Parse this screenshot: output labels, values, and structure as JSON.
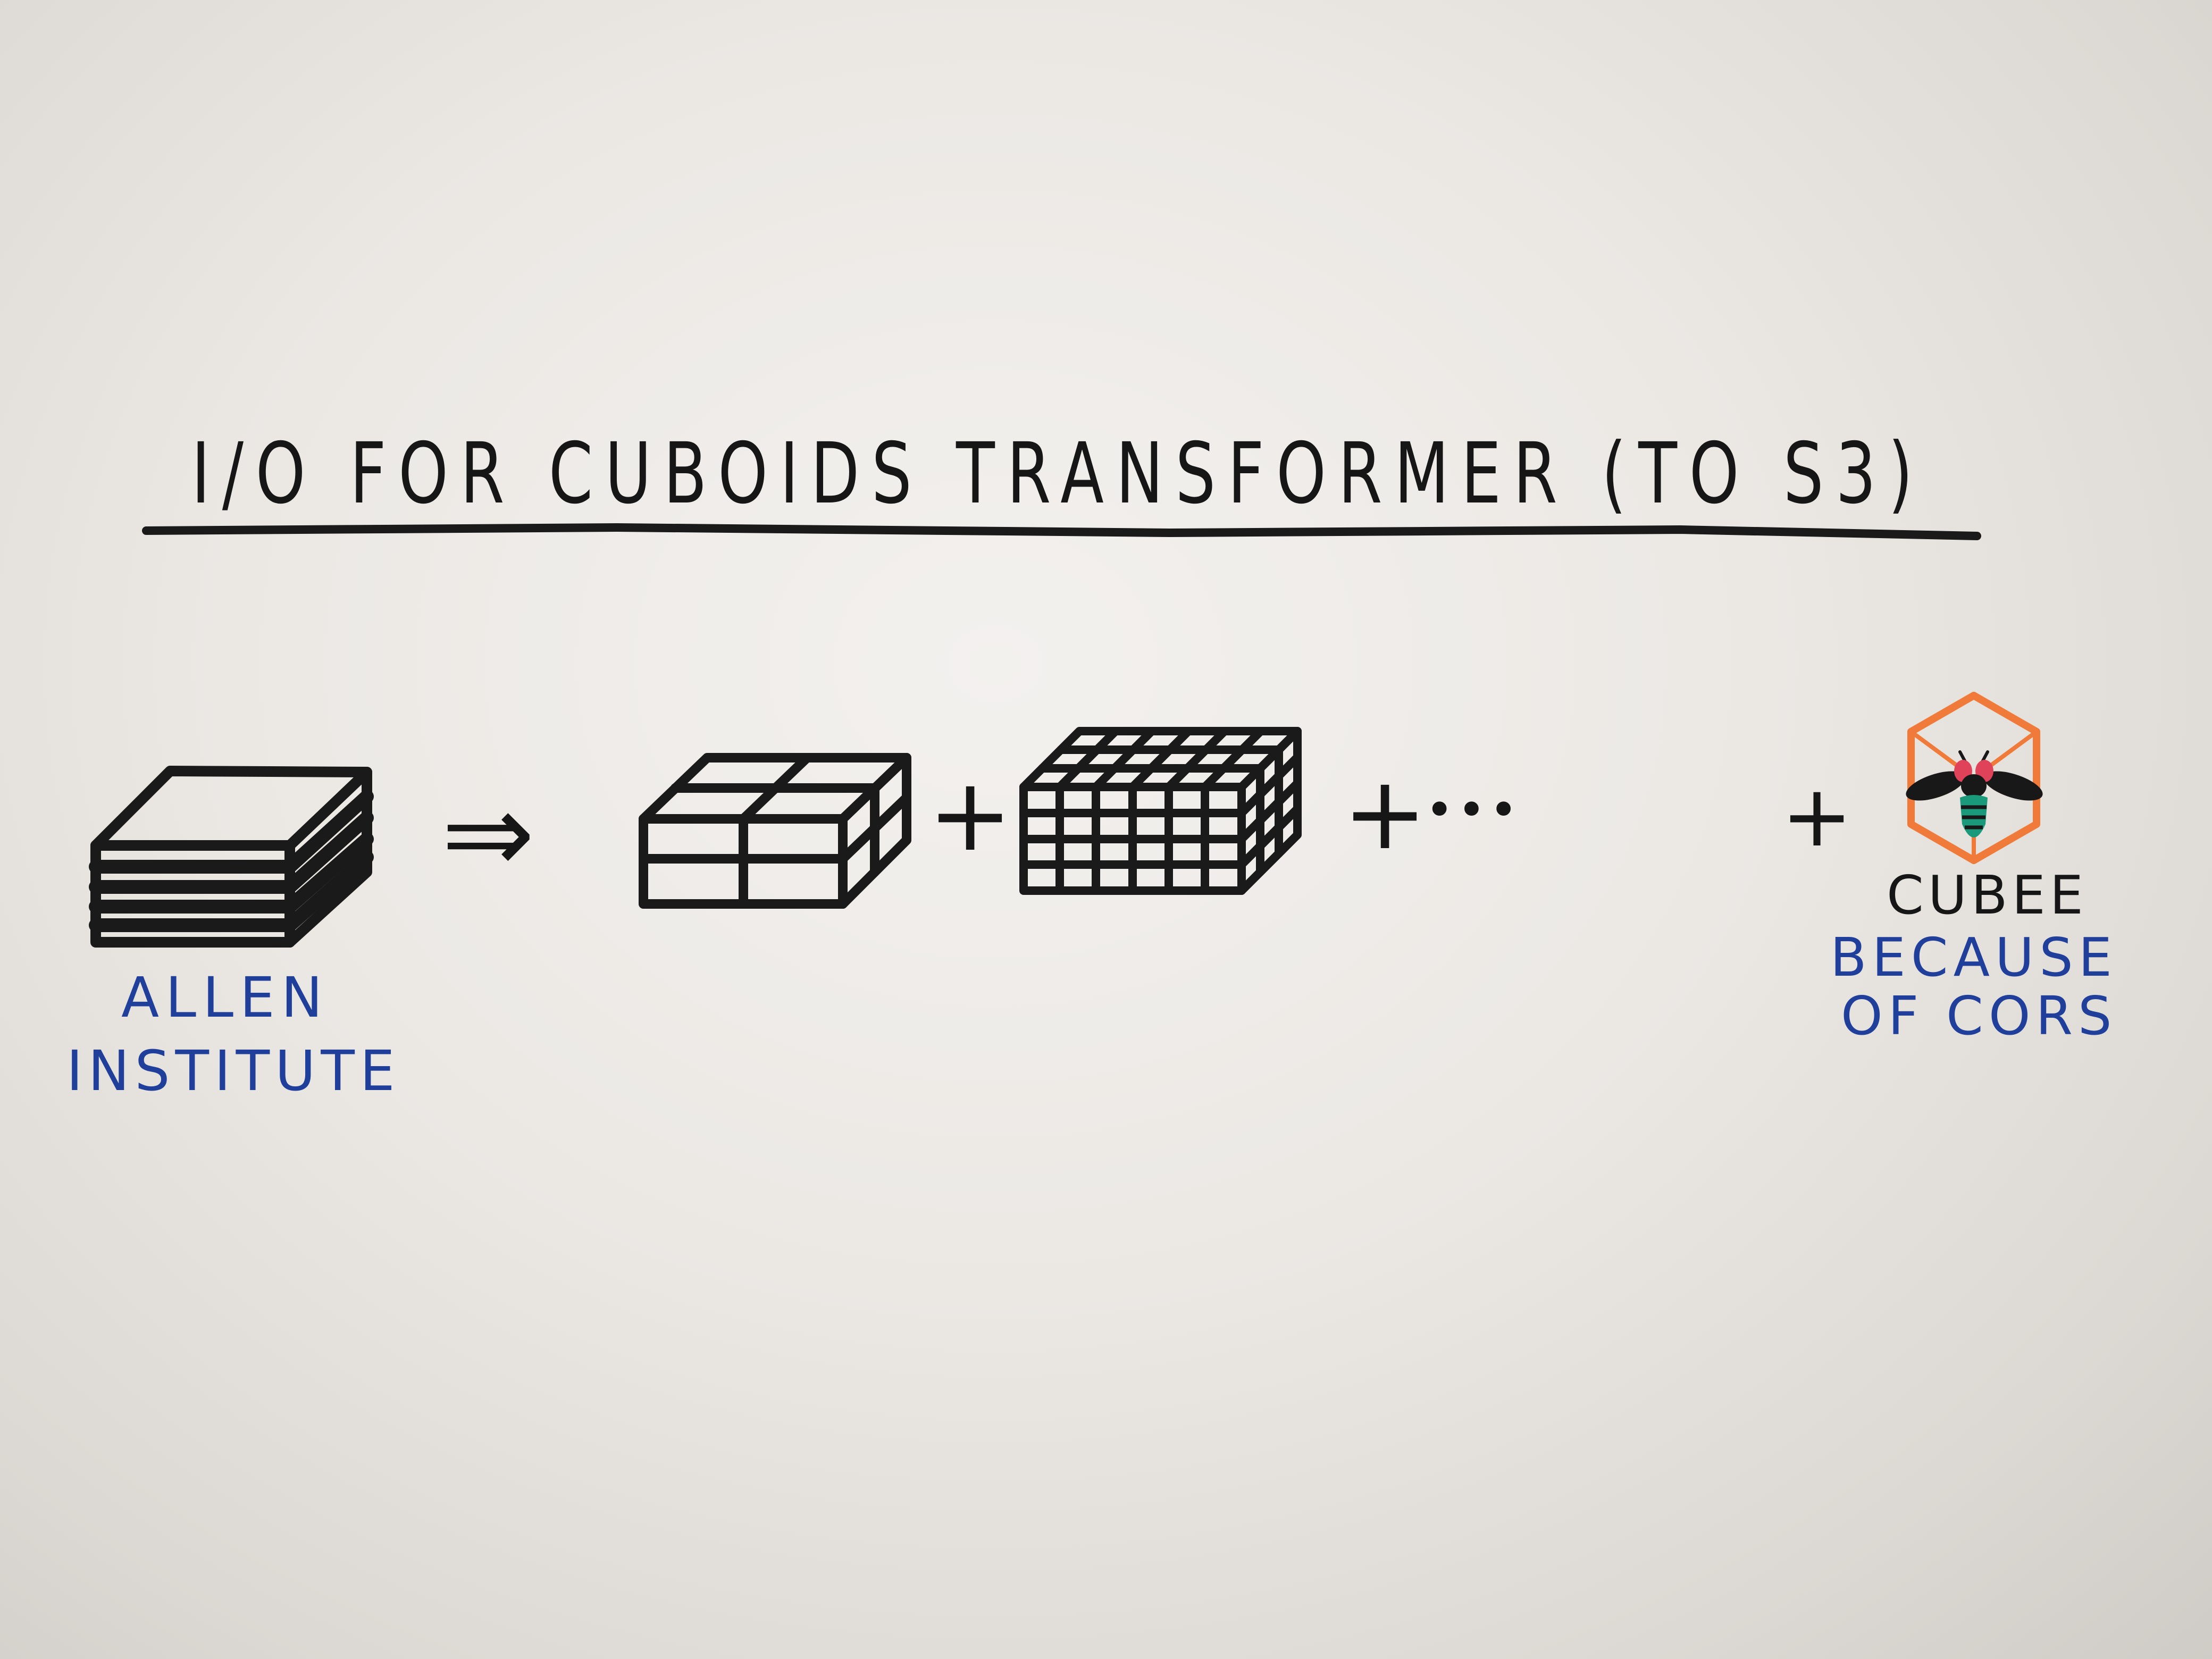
{
  "title": "I/O FOR CUBOIDS TRANSFORMER (TO S3)",
  "source_label": {
    "line1": "ALLEN",
    "line2": "INSTITUTE"
  },
  "logo_label": {
    "name": "CUBEE",
    "note_line1": "BECAUSE",
    "note_line2": "OF CORS"
  },
  "symbols": {
    "arrow": "⇒",
    "plus": "+",
    "ellipsis": "•••"
  },
  "colors": {
    "board": "#ebe8e4",
    "black_marker": "#161616",
    "blue_marker": "#1f3f9a",
    "orange_marker": "#f07a3a",
    "red_marker": "#e0425a",
    "green_marker": "#1a9a7a"
  }
}
